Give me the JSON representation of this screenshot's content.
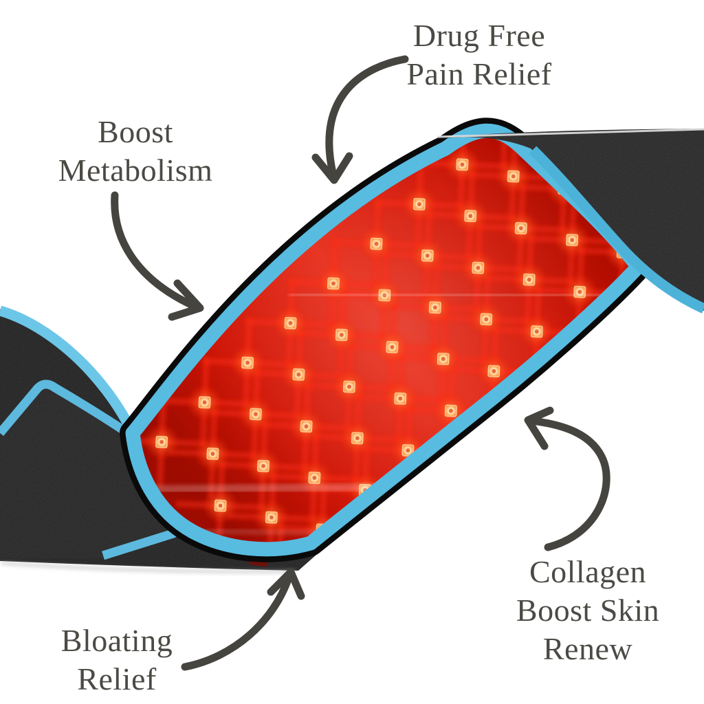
{
  "scene": {
    "description_labels_present": 4,
    "background": "#ffffff"
  },
  "labels": {
    "pain_relief": {
      "lines": [
        "Drug Free",
        "Pain Relief"
      ]
    },
    "metabolism": {
      "lines": [
        "Boost",
        "Metabolism"
      ]
    },
    "bloating": {
      "lines": [
        "Bloating",
        "Relief"
      ]
    },
    "collagen": {
      "lines": [
        "Collagen",
        "Boost Skin",
        "Renew"
      ]
    }
  },
  "colors": {
    "background": "#ffffff",
    "text": "#4b4a45",
    "arrow": "#45443f",
    "trim_blue": "#58bbe0",
    "trim_blue_light": "#6cc6e8",
    "belt_black": "#121212",
    "panel_red": "#d61707",
    "panel_red_dark": "#a80c00",
    "led_core": "#fff7e2",
    "led_glow": "#ff5a22",
    "connector_red": "#6b100c"
  },
  "icons": [
    "curved-arrow-down",
    "curved-arrow-down-right",
    "curved-arrow-up",
    "curved-arrow-up-left"
  ]
}
